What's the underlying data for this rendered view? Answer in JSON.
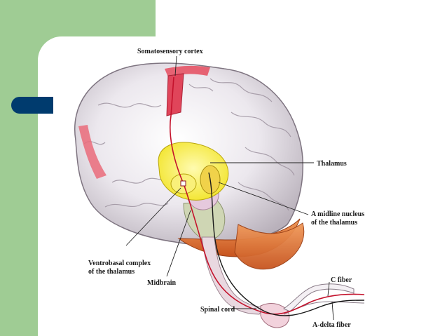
{
  "labels": {
    "somatosensory_cortex": "Somatosensory cortex",
    "thalamus": "Thalamus",
    "midline_nucleus_1": "A midline nucleus",
    "midline_nucleus_2": "of the thalamus",
    "ventrobasal_1": "Ventrobasal complex",
    "ventrobasal_2": "of the thalamus",
    "midbrain": "Midbrain",
    "spinal_cord": "Spinal cord",
    "c_fiber": "C fiber",
    "a_delta_fiber": "A-delta fiber"
  },
  "colors": {
    "panel_green": "#9fcc94",
    "accent_navy": "#003b6e",
    "brain_gray": "#cfc9cf",
    "cortex_red": "#e0455a",
    "thalamus_yellow": "#f4ea3a",
    "cerebellum_orange": "#e0783a",
    "pathway_red": "#c4122c"
  }
}
